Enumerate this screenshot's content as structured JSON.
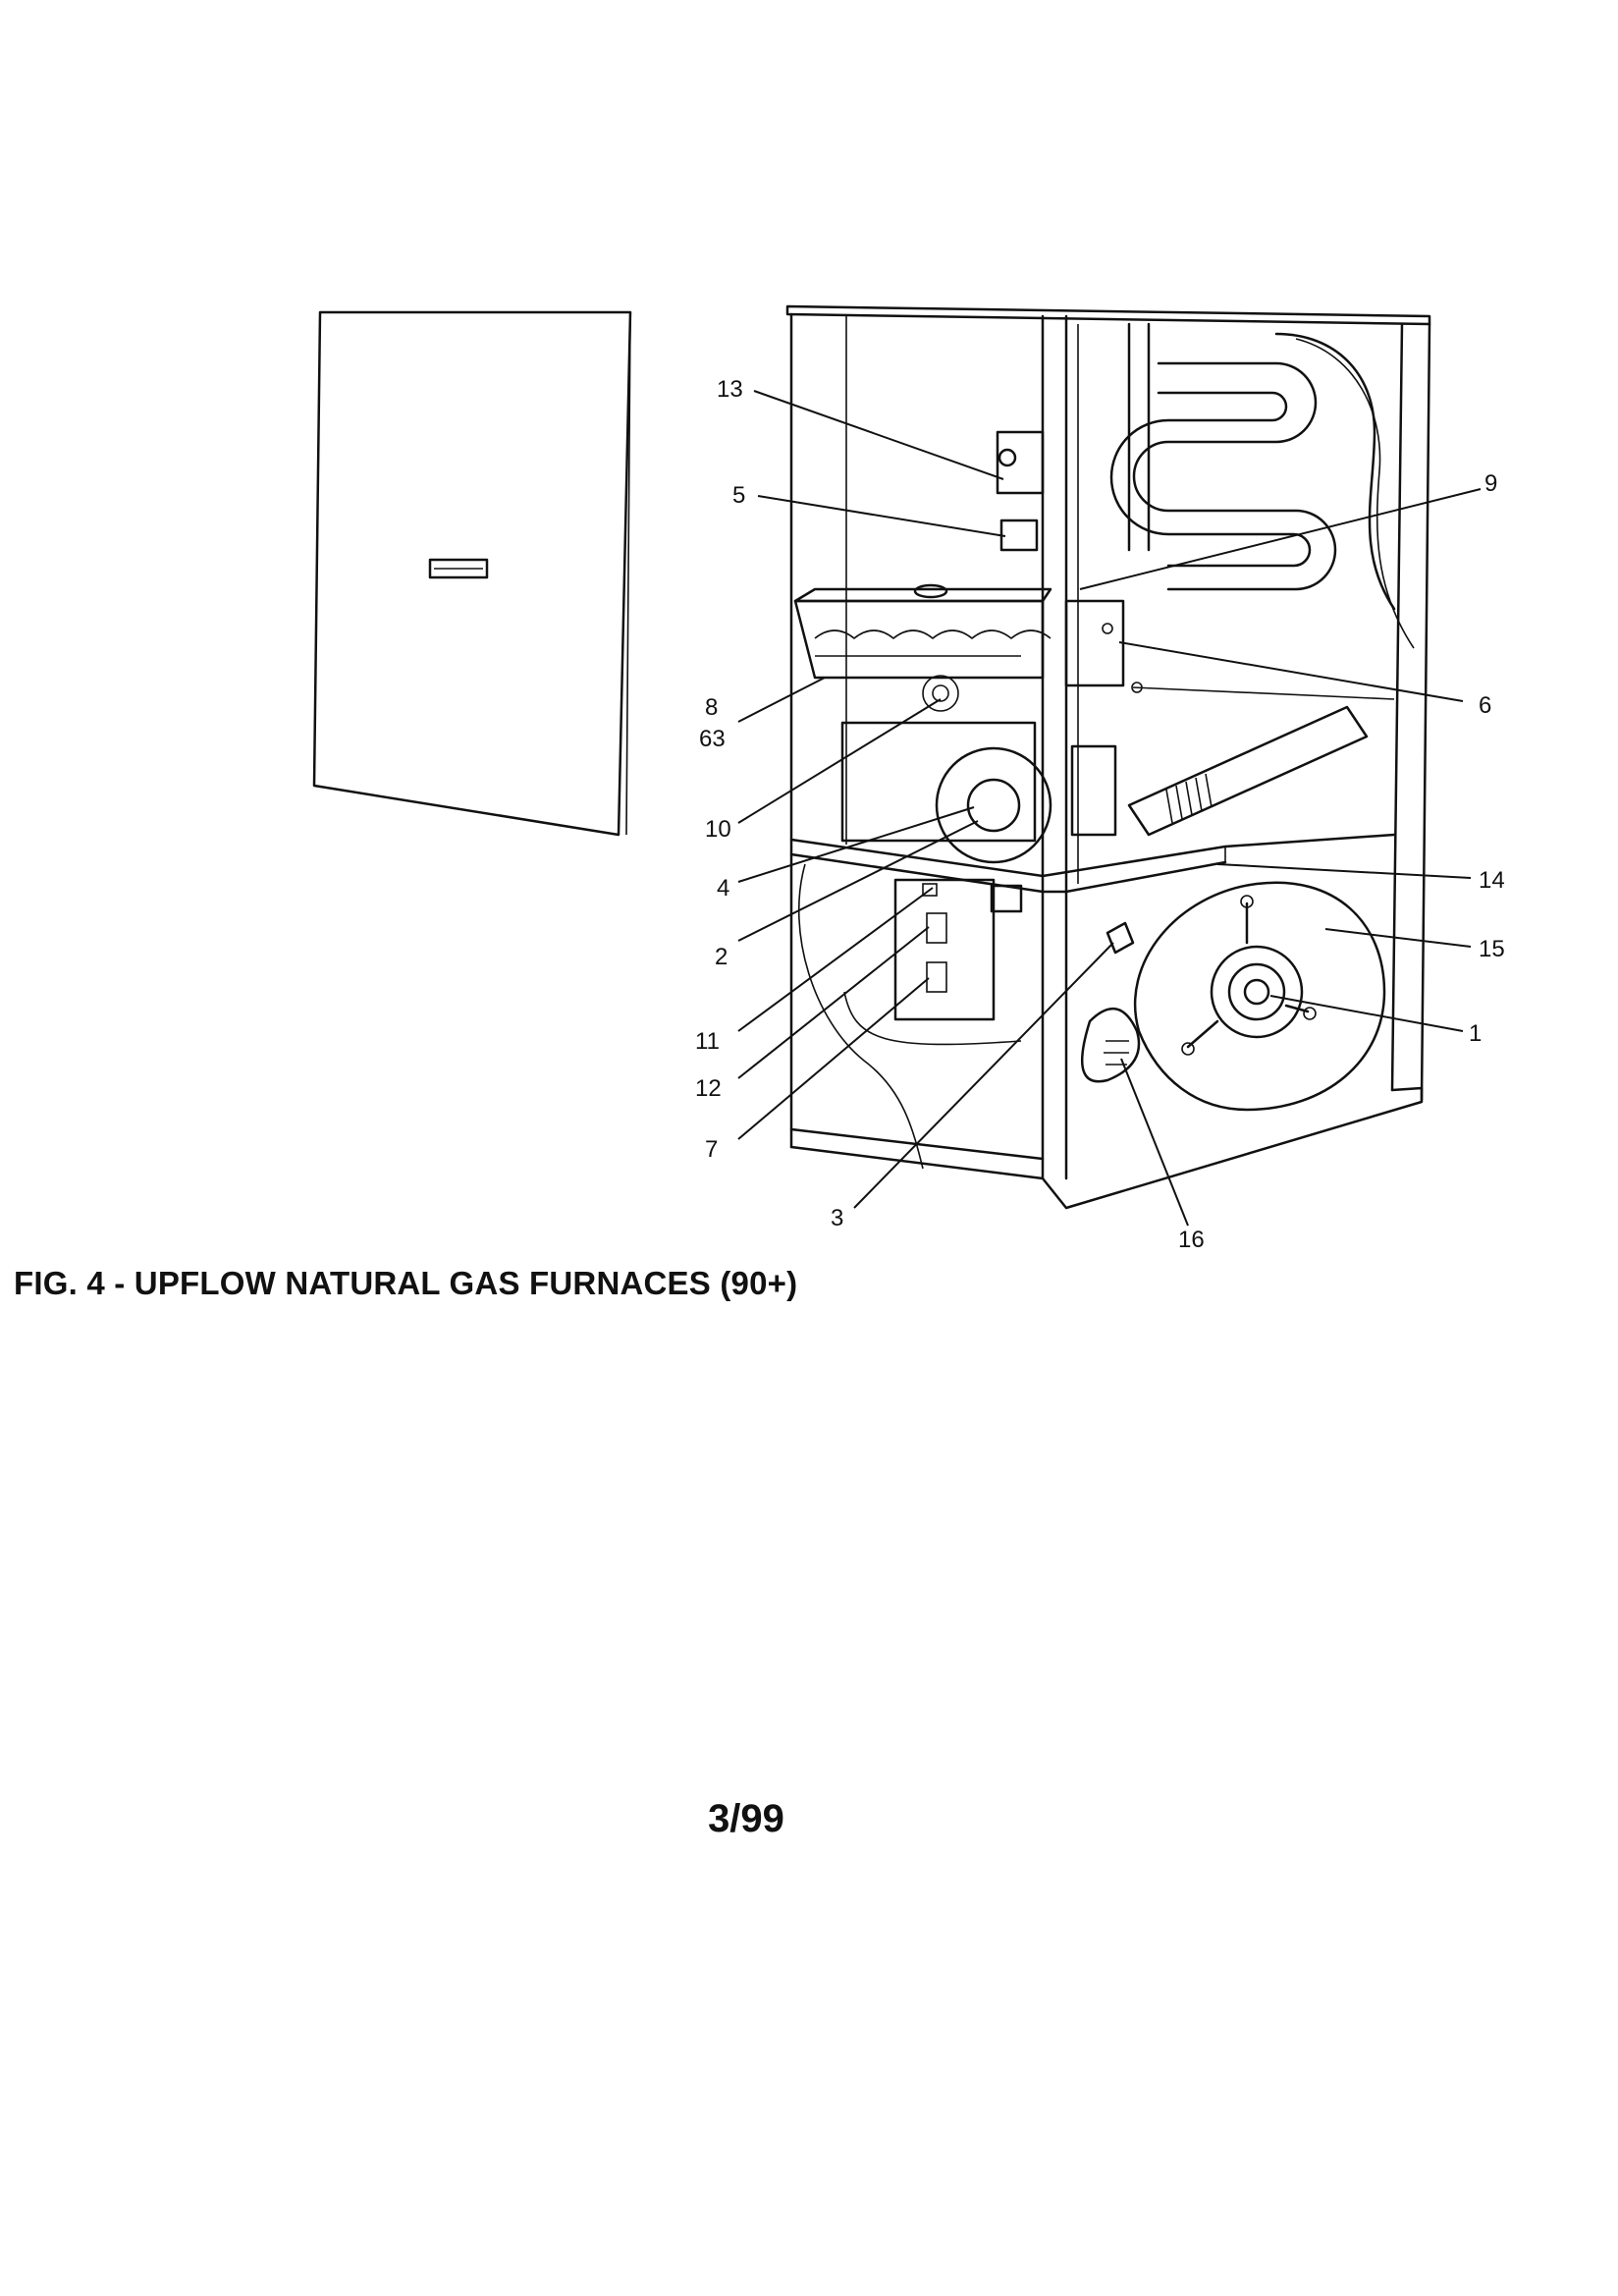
{
  "figure": {
    "caption": "FIG. 4 - UPFLOW NATURAL GAS FURNACES (90+)",
    "page_number": "3/99"
  },
  "callouts": [
    {
      "id": "13",
      "label": "13"
    },
    {
      "id": "5",
      "label": "5"
    },
    {
      "id": "9",
      "label": "9"
    },
    {
      "id": "6",
      "label": "6"
    },
    {
      "id": "8",
      "label": "8"
    },
    {
      "id": "63",
      "label": "63"
    },
    {
      "id": "10",
      "label": "10"
    },
    {
      "id": "4",
      "label": "4"
    },
    {
      "id": "2",
      "label": "2"
    },
    {
      "id": "11",
      "label": "11"
    },
    {
      "id": "12",
      "label": "12"
    },
    {
      "id": "7",
      "label": "7"
    },
    {
      "id": "3",
      "label": "3"
    },
    {
      "id": "16",
      "label": "16"
    },
    {
      "id": "14",
      "label": "14"
    },
    {
      "id": "15",
      "label": "15"
    },
    {
      "id": "1",
      "label": "1"
    }
  ]
}
